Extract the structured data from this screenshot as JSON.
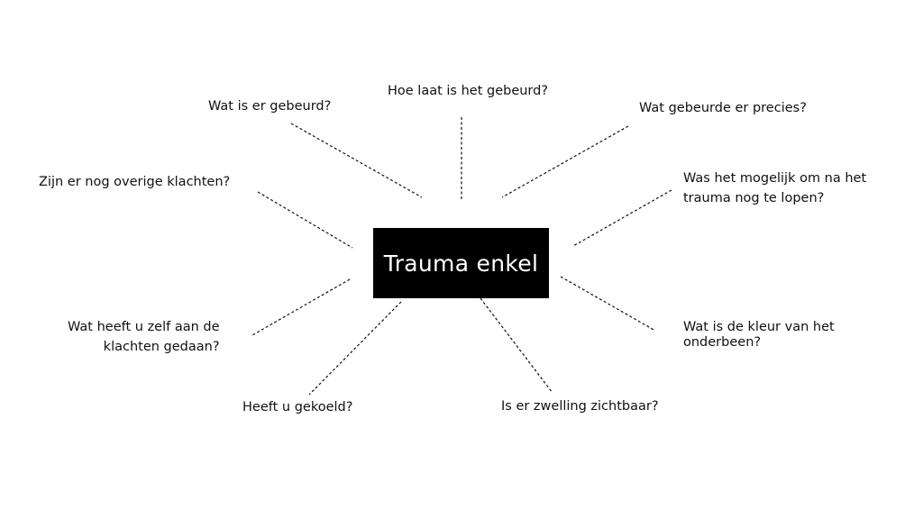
{
  "center": {
    "title": "Trauma enkel"
  },
  "questions": {
    "wat_gebeurd": "Wat is er gebeurd?",
    "hoe_laat": "Hoe laat is het gebeurd?",
    "wat_precies": "Wat gebeurde er precies?",
    "overige_klachten": "Zijn er nog overige klachten?",
    "lopen_line1": "Was het mogelijk om na het",
    "lopen_line2": "trauma nog te lopen?",
    "zelf_gedaan_line1": "Wat heeft u zelf aan de",
    "zelf_gedaan_line2": "klachten gedaan?",
    "kleur_line1": "Wat is de kleur van het",
    "kleur_line2": "onderbeen?",
    "gekoeld": "Heeft u gekoeld?",
    "zwelling": "Is er zwelling zichtbaar?"
  }
}
